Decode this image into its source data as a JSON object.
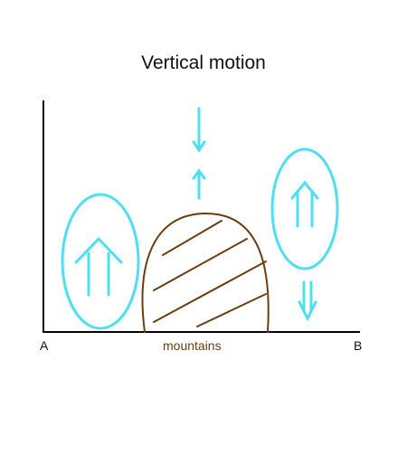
{
  "title": "Vertical motion",
  "labels": {
    "left_point": "A",
    "right_point": "B",
    "terrain": "mountains"
  },
  "colors": {
    "air_motion": "#4de0f0",
    "terrain": "#6b3e10",
    "axes": "#000000",
    "text": "#111111"
  },
  "icons": {
    "left_cell": "double-up-arrow-icon",
    "right_cell": "double-up-arrow-icon",
    "above_mountain_top": "down-arrow-icon",
    "above_mountain_bottom": "up-arrow-icon",
    "right_below": "double-down-arrow-icon"
  }
}
